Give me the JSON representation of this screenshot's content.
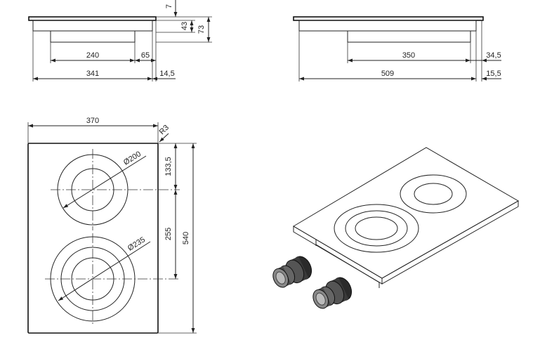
{
  "colors": {
    "ink": "#222222",
    "paper": "#ffffff"
  },
  "side_small": {
    "top_thickness": "7",
    "box_depth": "43",
    "total_depth": "73",
    "box_width": "240",
    "side_offset": "65",
    "overall_width": "341",
    "edge_offset": "14,5"
  },
  "side_large": {
    "box_width": "350",
    "side_offset": "34,5",
    "overall_width": "509",
    "edge_offset": "15,5"
  },
  "top_view": {
    "width": "370",
    "corner_radius": "R3",
    "top_to_first_center": "133,5",
    "center_spacing": "255",
    "depth": "540",
    "small_zone_diameter": "Ø200",
    "large_zone_diameter": "Ø235"
  },
  "isometric": {
    "knob_icon": "control-knob-icon"
  }
}
